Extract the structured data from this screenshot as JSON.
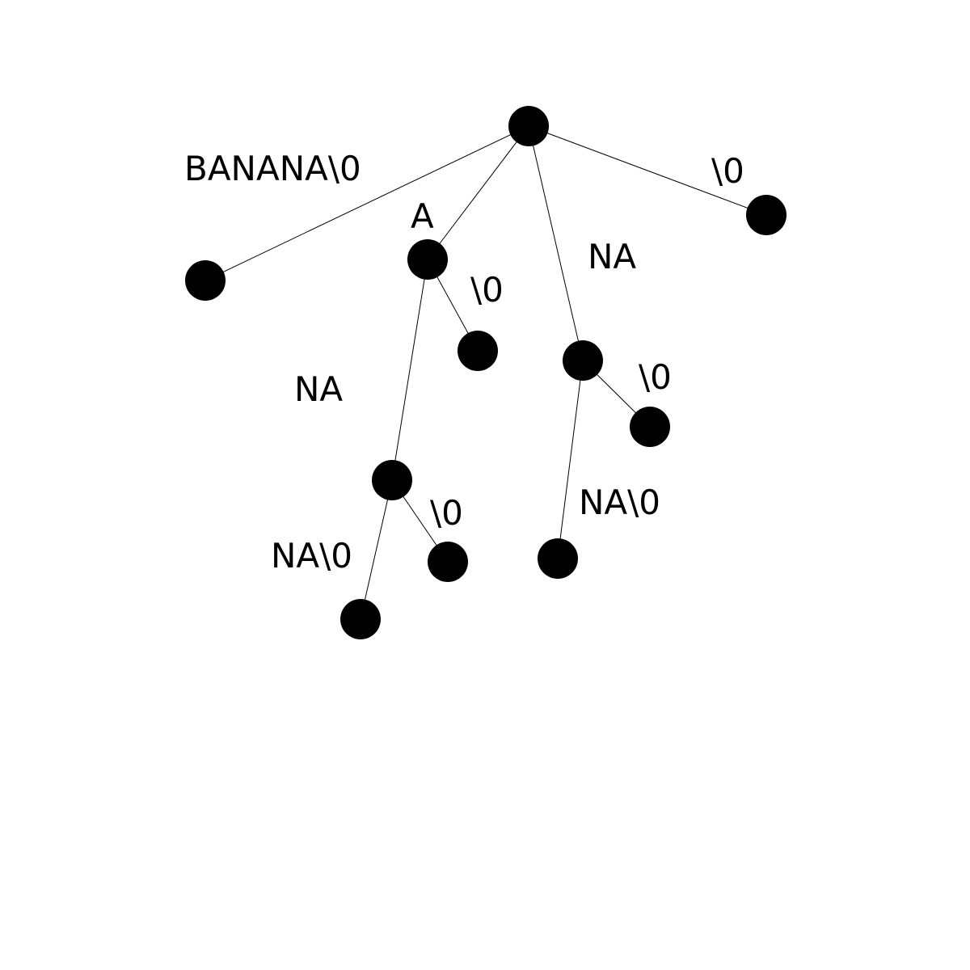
{
  "diagram": {
    "type": "suffix-tree",
    "nodes": [
      {
        "id": "root"
      },
      {
        "id": "leaf-banana"
      },
      {
        "id": "node-a"
      },
      {
        "id": "node-na"
      },
      {
        "id": "leaf-end"
      },
      {
        "id": "leaf-a-end"
      },
      {
        "id": "node-ana"
      },
      {
        "id": "leaf-na-end"
      },
      {
        "id": "leaf-nana-end"
      },
      {
        "id": "leaf-ana-end"
      },
      {
        "id": "leaf-anana-end"
      }
    ],
    "edges": [
      {
        "id": "e1",
        "from": "root",
        "to": "leaf-banana",
        "label": "BANANA\\0"
      },
      {
        "id": "e2",
        "from": "root",
        "to": "node-a",
        "label": "A"
      },
      {
        "id": "e3",
        "from": "root",
        "to": "node-na",
        "label": "NA"
      },
      {
        "id": "e4",
        "from": "root",
        "to": "leaf-end",
        "label": "\\0"
      },
      {
        "id": "e5",
        "from": "node-a",
        "to": "leaf-a-end",
        "label": "\\0"
      },
      {
        "id": "e6",
        "from": "node-a",
        "to": "node-ana",
        "label": "NA"
      },
      {
        "id": "e7",
        "from": "node-na",
        "to": "leaf-na-end",
        "label": "\\0"
      },
      {
        "id": "e8",
        "from": "node-na",
        "to": "leaf-nana-end",
        "label": "NA\\0"
      },
      {
        "id": "e9",
        "from": "node-ana",
        "to": "leaf-ana-end",
        "label": "\\0"
      },
      {
        "id": "e10",
        "from": "node-ana",
        "to": "leaf-anana-end",
        "label": "NA\\0"
      }
    ]
  }
}
